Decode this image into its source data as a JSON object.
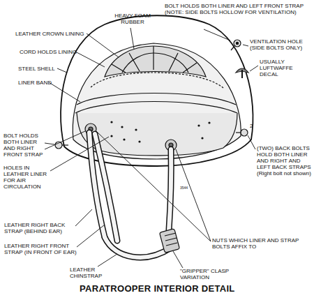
{
  "diagram": {
    "title": "PARATROOPER INTERIOR DETAIL",
    "labels": [
      "HEAVY FOAM RUBBER",
      "BOLT HOLDS BOTH LINER AND LEFT FRONT STRAP (NOTE: SIDE BOLTS HOLLOW FOR VENTILATION)",
      "LEATHER CROWN LINING",
      "CORD HOLDS LINING",
      "VENTILATION HOLE (SIDE BOLTS ONLY)",
      "STEEL SHELL",
      "USUALLY LUFTWAFFE DECAL",
      "LINER BAND",
      "2",
      "BOLT HOLDS BOTH LINER AND RIGHT FRONT STRAP",
      "(TWO) BACK BOLTS HOLD BOTH LINER AND RIGHT AND LEFT BACK STRAPS (Right bolt not shown)",
      "HOLES IN LEATHER LINER FOR AIR CIRCULATION",
      "3544",
      "LEATHER RIGHT BACK STRAP (BEHIND EAR)",
      "LEATHER RIGHT FRONT STRAP (IN FRONT OF EAR)",
      "NUTS WHICH LINER AND STRAP BOLTS AFFIX TO",
      "LEATHER CHINSTRAP",
      "\"GRIPPER\" CLASP VARIATION"
    ]
  }
}
